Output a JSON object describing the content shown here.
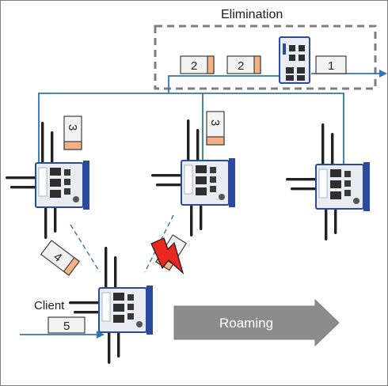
{
  "diagram": {
    "elimination_label": "Elimination",
    "client_label": "Client",
    "roaming_label": "Roaming",
    "packets": {
      "switch_out": "1",
      "dup_a": "2",
      "dup_b": "2",
      "ap_left": "3",
      "ap_middle": "3",
      "to_client": "4",
      "client_in": "5"
    }
  },
  "colors": {
    "network_line": "#2e75b6",
    "packet_fill": "#f2f2f2",
    "packet_tab": "#f4b183",
    "elimination_border": "#7f7f7f",
    "roaming_arrow": "#7f7f7f",
    "interference_bolt": "#e8281e",
    "device_body": "#e9ecf2",
    "device_blue": "#2a4b9b"
  },
  "icons": {
    "access_point": "access-point-icon",
    "switch": "switch-icon",
    "interference": "lightning-bolt-icon"
  }
}
